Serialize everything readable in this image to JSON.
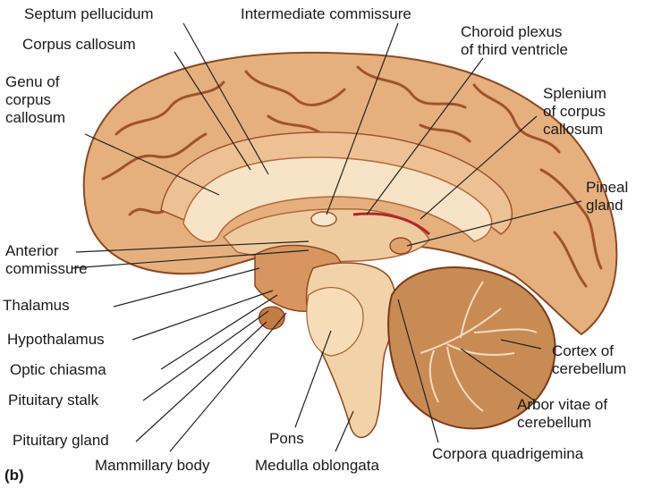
{
  "figure": {
    "panel_label": "(b)",
    "labels": {
      "septum_pellucidum": "Septum pellucidum",
      "intermediate_commissure": "Intermediate commissure",
      "choroid_plexus": [
        "Choroid plexus",
        "of third ventricle"
      ],
      "corpus_callosum": "Corpus callosum",
      "genu": [
        "Genu of",
        "corpus",
        "callosum"
      ],
      "splenium": [
        "Splenium",
        "of corpus",
        "callosum"
      ],
      "pineal": [
        "Pineal",
        "gland"
      ],
      "anterior_commissure": [
        "Anterior",
        "commissure"
      ],
      "thalamus": "Thalamus",
      "hypothalamus": "Hypothalamus",
      "optic_chiasma": "Optic chiasma",
      "pituitary_stalk": "Pituitary stalk",
      "pituitary_gland": "Pituitary gland",
      "mammillary_body": "Mammillary body",
      "pons": "Pons",
      "medulla": "Medulla oblongata",
      "corpora": "Corpora quadrigemina",
      "cortex_cerebellum": [
        "Cortex of",
        "cerebellum"
      ],
      "arbor_vitae": [
        "Arbor vitae of",
        "cerebellum"
      ]
    },
    "colors": {
      "cortex": "#e6b07e",
      "cortex_light": "#f2cfa3",
      "sulcus": "#a0522d",
      "white_matter": "#f7e3c6",
      "dark": "#7a3b1a",
      "leader": "#222222"
    }
  }
}
